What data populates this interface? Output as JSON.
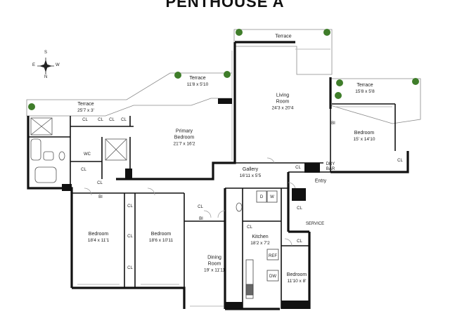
{
  "title": "PENTHOUSE A",
  "compass": {
    "s": "S",
    "w": "W",
    "e": "E",
    "n": "N"
  },
  "rooms": {
    "terrace_top": {
      "name": "Terrace",
      "dim": ""
    },
    "terrace_mid": {
      "name": "Terrace",
      "dim": "11'8 x 5'10"
    },
    "terrace_left": {
      "name": "Terrace",
      "dim": "25'7 x 3'"
    },
    "terrace_right": {
      "name": "Terrace",
      "dim": "15'8 x 5'8"
    },
    "living": {
      "name": "Living\nRoom",
      "dim": "24'3 x 20'4"
    },
    "primary_bedroom": {
      "name": "Primary\nBedroom",
      "dim": "21'7 x 16'2"
    },
    "bedroom_east": {
      "name": "Bedroom",
      "dim": "15' x 14'10"
    },
    "gallery": {
      "name": "Gallery",
      "dim": "16'11 x 5'5"
    },
    "bedroom_1": {
      "name": "Bedroom",
      "dim": "18'4 x 11'1"
    },
    "bedroom_2": {
      "name": "Bedroom",
      "dim": "18'6 x 10'11"
    },
    "dining": {
      "name": "Dining\nRoom",
      "dim": "19' x 11'11"
    },
    "kitchen": {
      "name": "Kitchen",
      "dim": "18'2 x 7'2"
    },
    "bedroom_service": {
      "name": "Bedroom",
      "dim": "11'10 x 8'"
    }
  },
  "labels": {
    "entry": "Entry",
    "service": "SERVICE",
    "wc": "WC",
    "dry_bar": "DRY\nBAR",
    "cl": "CL",
    "bi": "BI",
    "d": "D",
    "w": "W",
    "ref": "REF",
    "dw": "DW"
  }
}
